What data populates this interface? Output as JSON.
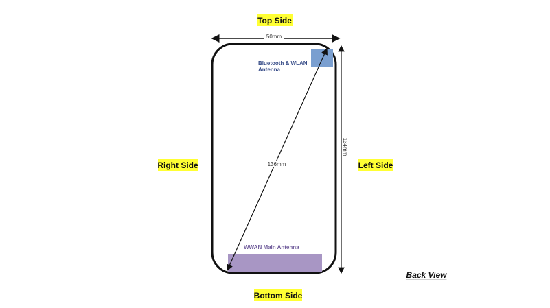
{
  "labels": {
    "top": "Top Side",
    "bottom": "Bottom Side",
    "right": "Right Side",
    "left": "Left Side",
    "view": "Back View"
  },
  "dimensions": {
    "width": "50mm",
    "height": "134mm",
    "diagonal": "136mm"
  },
  "antennas": {
    "bt_wlan_line1": "Bluetooth & WLAN",
    "bt_wlan_line2": "Antenna",
    "wwan": "WWAN Main Antenna"
  },
  "colors": {
    "highlight": "#ffff33",
    "bt_wlan": "#7a9fd0",
    "wwan": "#a896c4",
    "bt_text": "#3a4f8a",
    "wwan_text": "#6e5a9a"
  }
}
